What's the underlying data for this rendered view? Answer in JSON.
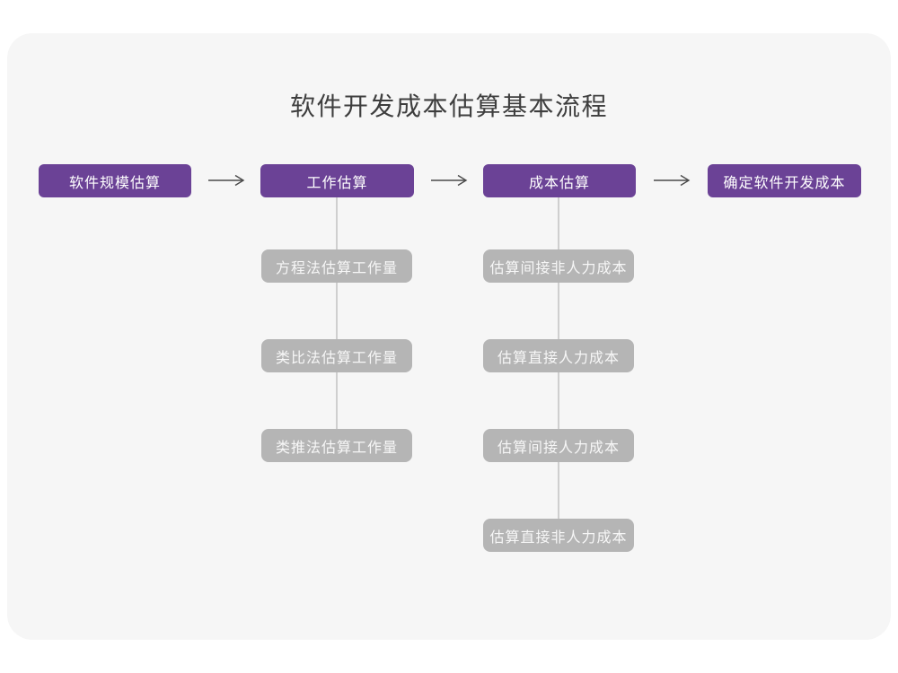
{
  "title": "软件开发成本估算基本流程",
  "colors": {
    "page_background": "#FFFFFF",
    "card_background": "#F6F6F6",
    "stage_purple": "#6B4296",
    "sub_node_gray": "#B5B5B5",
    "connector_line": "#CFCFCF",
    "arrow": "#4A4A4A",
    "title_text": "#3E3E3E"
  },
  "flow": {
    "stages": [
      {
        "label": "软件规模估算"
      },
      {
        "label": "工作估算"
      },
      {
        "label": "成本估算"
      },
      {
        "label": "确定软件开发成本"
      }
    ],
    "work_estimation_methods": [
      "方程法估算工作量",
      "类比法估算工作量",
      "类推法估算工作量"
    ],
    "cost_estimation_steps": [
      "估算间接非人力成本",
      "估算直接人力成本",
      "估算间接人力成本",
      "估算直接非人力成本"
    ]
  }
}
